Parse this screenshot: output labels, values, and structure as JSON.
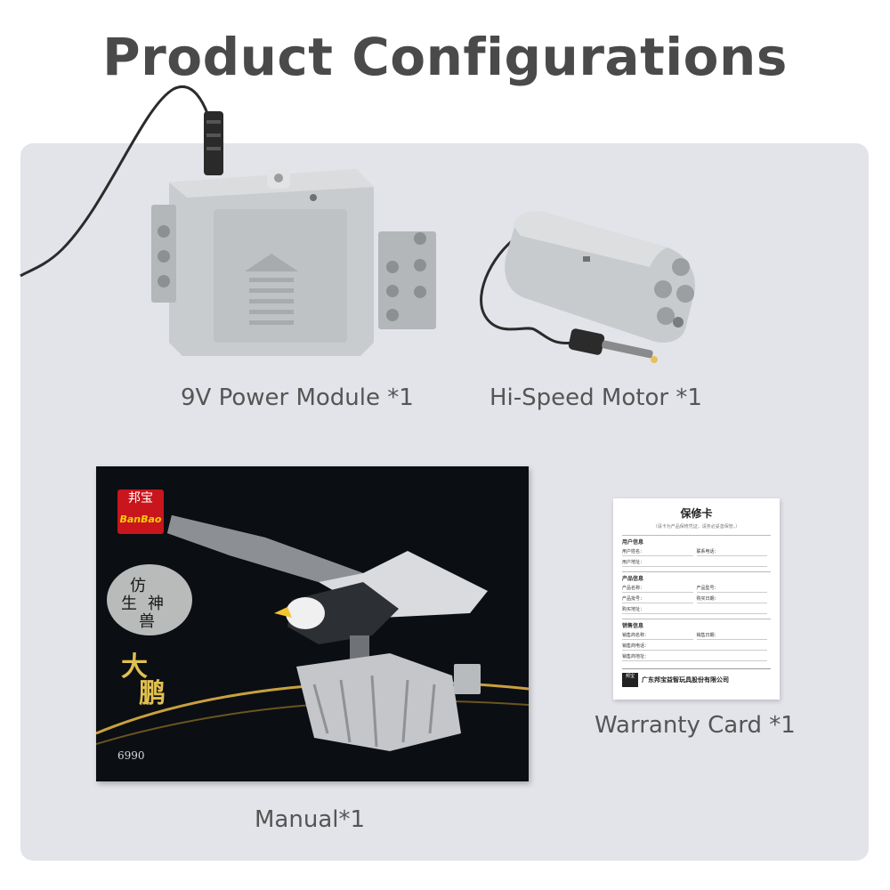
{
  "title": "Product Configurations",
  "items": {
    "power_module": {
      "caption": "9V Power Module *1"
    },
    "motor": {
      "caption": "Hi-Speed Motor *1"
    },
    "manual": {
      "caption": "Manual*1",
      "logo_text": "邦宝",
      "brand": "BanBao",
      "model": "6990"
    },
    "warranty": {
      "caption": "Warranty Card *1",
      "card_title": "保修卡",
      "card_subtitle": "（请卡为产品保修凭证，请务必妥善保管。）",
      "sections": [
        "用户信息",
        "产品信息",
        "销售信息"
      ],
      "fields": [
        "用户姓名：",
        "联系电话：",
        "用户地址：",
        "产品名称：",
        "产品型号：",
        "产品批号：",
        "购买日期：",
        "购买地址：",
        "销售商名称：",
        "销售日期：",
        "销售商电话：",
        "销售商地址："
      ],
      "company": "广东邦宝益智玩具股份有限公司",
      "company_logo": "邦宝"
    }
  },
  "colors": {
    "title": "#4a4a4a",
    "panel": "#e3e4ea",
    "caption": "#555555",
    "manual_bg": "#0b0e13",
    "brand_red": "#c9151c"
  }
}
